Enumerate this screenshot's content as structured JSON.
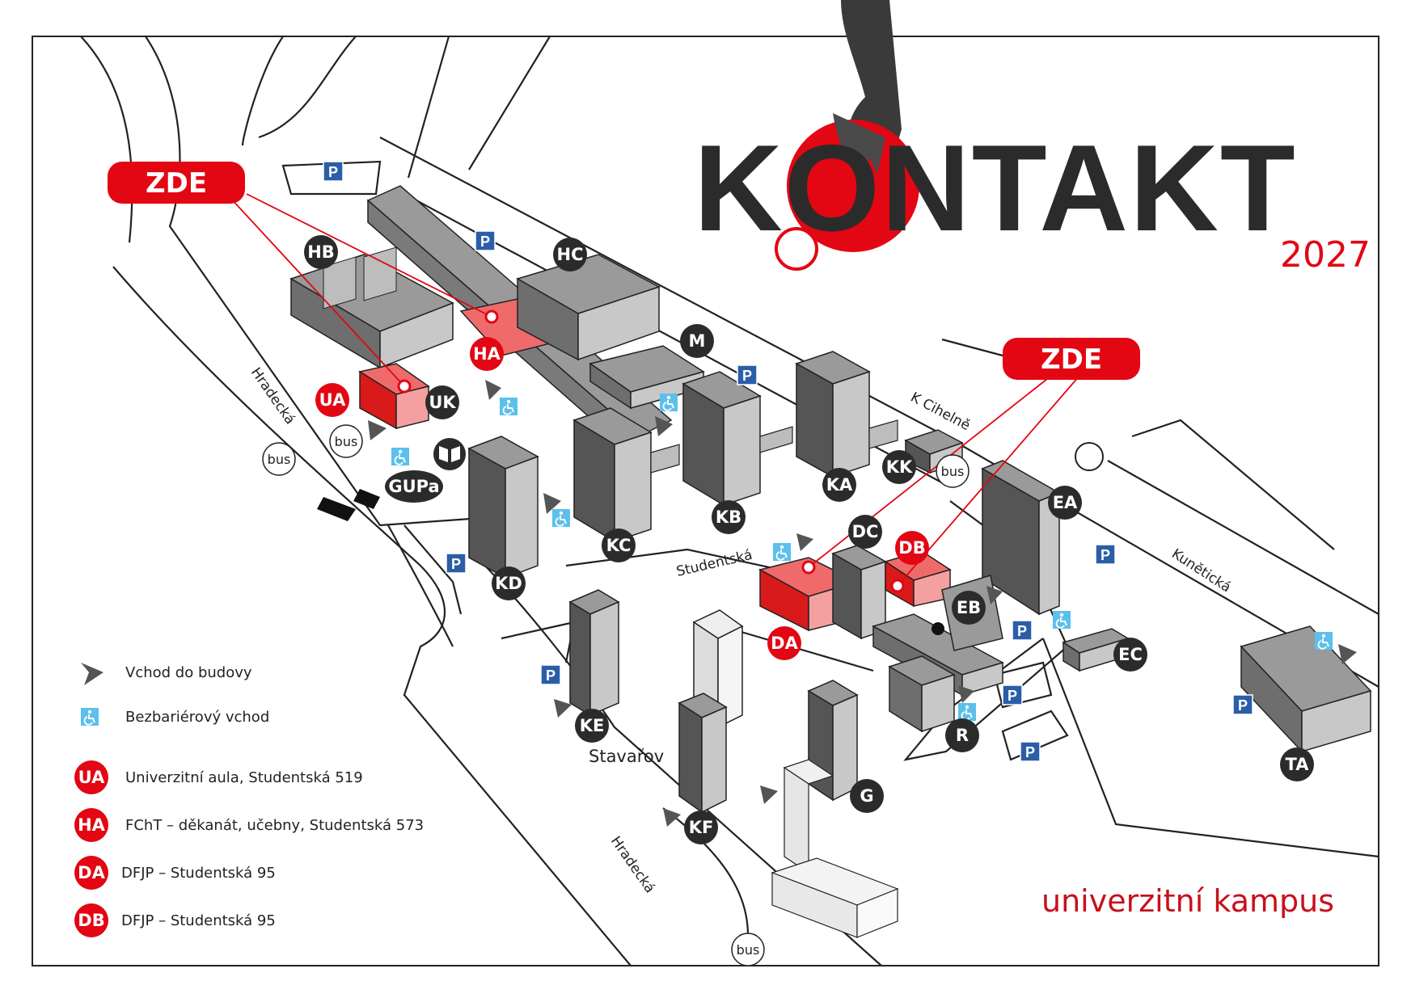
{
  "title": {
    "text": "KONTAKT",
    "year": "2027"
  },
  "subtitle": "univerzitní kampus",
  "callouts": [
    "ZDE",
    "ZDE"
  ],
  "streets": {
    "hradecka_top": "Hradecká",
    "hradecka_bottom": "Hradecká",
    "k_cihelne": "K Cihelně",
    "studentska": "Studentská",
    "kuneticka": "Kunětická"
  },
  "places": {
    "stavarov": "Stavařov"
  },
  "bus": [
    "bus",
    "bus",
    "bus",
    "bus"
  ],
  "parking": "P",
  "buildings": {
    "HB": "HB",
    "HC": "HC",
    "HA": "HA",
    "UA": "UA",
    "UK": "UK",
    "M": "M",
    "GUPa": "GUPa",
    "KA": "KA",
    "KK": "KK",
    "KB": "KB",
    "KC": "KC",
    "KD": "KD",
    "DC": "DC",
    "DB": "DB",
    "DA": "DA",
    "EA": "EA",
    "EB": "EB",
    "EC": "EC",
    "KE": "KE",
    "KF": "KF",
    "G": "G",
    "R": "R",
    "TA": "TA"
  },
  "legend": {
    "entrance": "Vchod do budovy",
    "barrier_free": "Bezbariérový vchod",
    "items": [
      {
        "code": "UA",
        "text": "Univerzitní aula, Studentská 519"
      },
      {
        "code": "HA",
        "text": "FChT – děkanát, učebny, Studentská 573"
      },
      {
        "code": "DA",
        "text": "DFJP – Studentská 95"
      },
      {
        "code": "DB",
        "text": "DFJP – Studentská 95"
      }
    ]
  },
  "colors": {
    "red": "#e30613",
    "dark": "#333333",
    "parking": "#2b5ea7",
    "accessible": "#5bc0eb"
  }
}
